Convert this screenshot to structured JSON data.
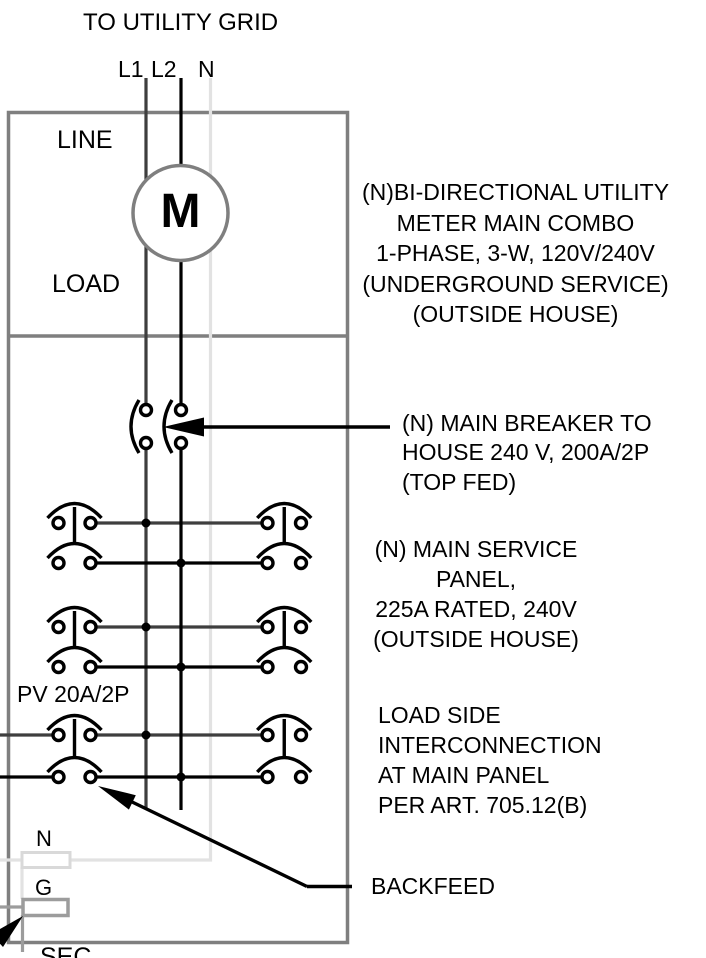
{
  "title": "TO UTILITY GRID",
  "conductors": {
    "l1": "L1",
    "l2": "L2",
    "n": "N"
  },
  "meter": {
    "line_label": "LINE",
    "load_label": "LOAD",
    "symbol": "M",
    "note": [
      "(N)BI-DIRECTIONAL UTILITY",
      "METER MAIN COMBO",
      "1-PHASE, 3-W, 120V/240V",
      "(UNDERGROUND SERVICE)",
      "(OUTSIDE HOUSE)"
    ]
  },
  "main_breaker_note": [
    "(N) MAIN BREAKER TO",
    "HOUSE 240 V, 200A/2P",
    "(TOP FED)"
  ],
  "panel_note": [
    "(N) MAIN SERVICE",
    "PANEL,",
    "225A RATED, 240V",
    "(OUTSIDE HOUSE)"
  ],
  "load_side_note": [
    "LOAD SIDE",
    "INTERCONNECTION",
    "AT MAIN PANEL",
    "PER ART. 705.12(B)"
  ],
  "pv_breaker_label": "PV 20A/2P",
  "backfeed_label": "BACKFEED",
  "bus_labels": {
    "neutral": "N",
    "ground": "G"
  },
  "sec_label": "SEC",
  "colors": {
    "wire_l1": "#3e3e3e",
    "wire_l2": "#000000",
    "wire_neutral": "#e2e2e2",
    "neutral_bar": "#d9d9d9",
    "ground_bar": "#9c9c9c",
    "enclosure": "#7f7f7f",
    "symbol": "#000000"
  }
}
